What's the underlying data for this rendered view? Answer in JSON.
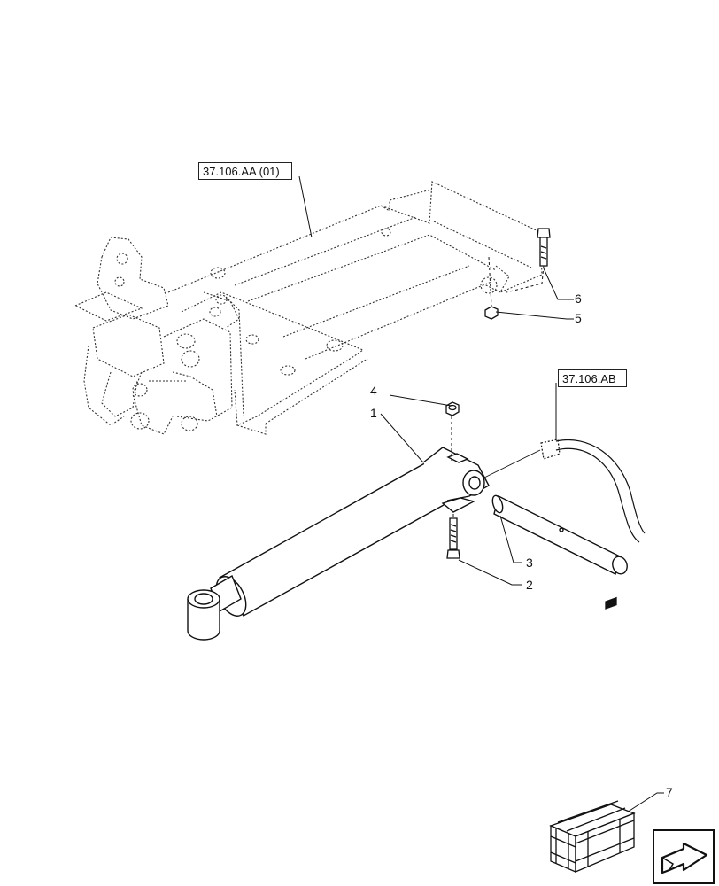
{
  "references": {
    "frame_ref": "37.106.AA (01)",
    "hose_ref": "37.106.AB"
  },
  "callouts": [
    {
      "id": "1",
      "label": "1"
    },
    {
      "id": "2",
      "label": "2"
    },
    {
      "id": "3",
      "label": "3"
    },
    {
      "id": "4",
      "label": "4"
    },
    {
      "id": "5",
      "label": "5"
    },
    {
      "id": "6",
      "label": "6"
    },
    {
      "id": "7",
      "label": "7"
    }
  ],
  "icons": {
    "kit_box": "kit-crate-icon",
    "navigation": "next-page-arrow-icon"
  },
  "colors": {
    "line": "#111111",
    "phantom": "#333333",
    "background": "#ffffff"
  }
}
